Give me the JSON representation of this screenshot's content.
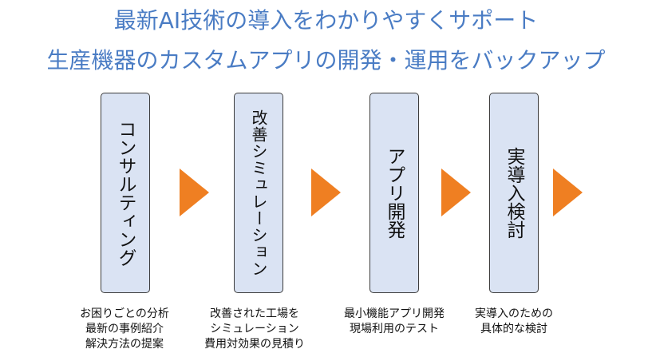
{
  "header": {
    "line1": "最新AI技術の導入をわかりやすくサポート",
    "line2": "生産機器のカスタムアプリの開発・運用をバックアップ"
  },
  "steps": [
    {
      "label": "コンサルティング",
      "desc": [
        "お困りごとの分析",
        "最新の事例紹介",
        "解決方法の提案"
      ]
    },
    {
      "label": "改善シミュレーション",
      "desc": [
        "改善された工場を",
        "シミュレーション",
        "費用対効果の見積り"
      ]
    },
    {
      "label": "アプリ開発",
      "desc": [
        "最小機能アプリ開発",
        "現場利用のテスト"
      ]
    },
    {
      "label": "実導入検討",
      "desc": [
        "実導入のための",
        "具体的な検討"
      ]
    }
  ],
  "colors": {
    "headline": "#4a7cc4",
    "box_fill": "#dae3f3",
    "arrow": "#ef7f22"
  }
}
